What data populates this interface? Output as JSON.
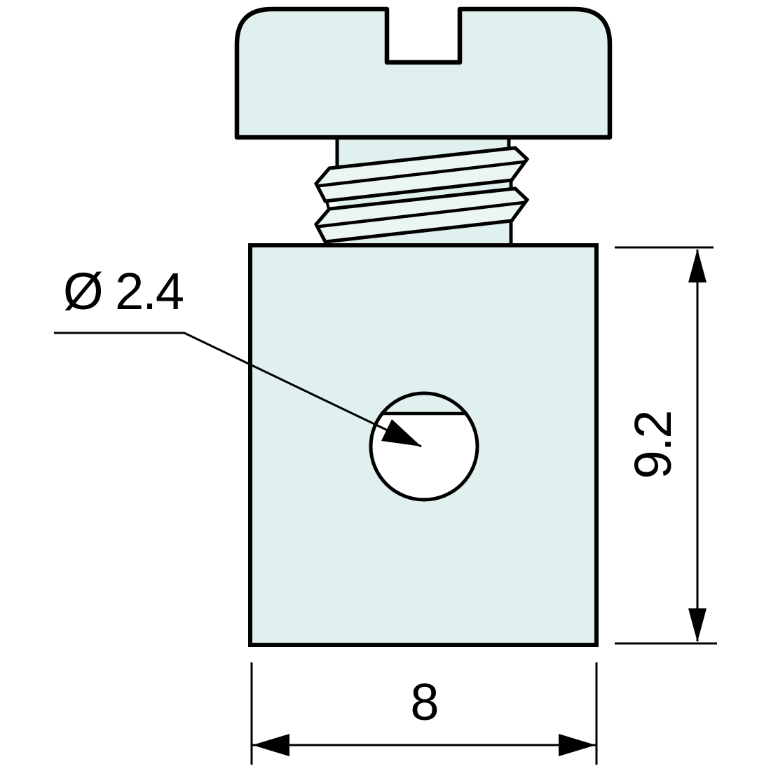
{
  "drawing": {
    "title": "slotted-pan-head-screw-with-block",
    "labels": {
      "hole_diameter": "Ø 2.4",
      "block_height": "9.2",
      "block_width": "8"
    },
    "colors": {
      "body_fill": "#dff0ee",
      "thread_fill": "#ebf5f3",
      "hole_fill": "#ffffff",
      "line": "#000000",
      "background": "#ffffff"
    }
  }
}
